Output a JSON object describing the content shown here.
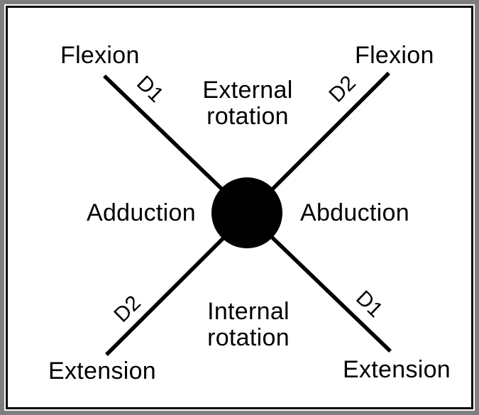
{
  "diagram": {
    "title_semantic": "PNF shoulder diagonal patterns",
    "top_left": {
      "end_label": "Flexion",
      "diagonal_label": "D1"
    },
    "top_right": {
      "end_label": "Flexion",
      "diagonal_label": "D2"
    },
    "bottom_left": {
      "end_label": "Extension",
      "diagonal_label": "D2"
    },
    "bottom_right": {
      "end_label": "Extension",
      "diagonal_label": "D1"
    },
    "top_center": {
      "line1": "External",
      "line2": "rotation"
    },
    "bottom_center": {
      "line1": "Internal",
      "line2": "rotation"
    },
    "left_label": "Adduction",
    "right_label": "Abduction"
  },
  "colors": {
    "ink": "#000000",
    "frame_outer": "#7e7e7e",
    "background": "#ffffff"
  }
}
